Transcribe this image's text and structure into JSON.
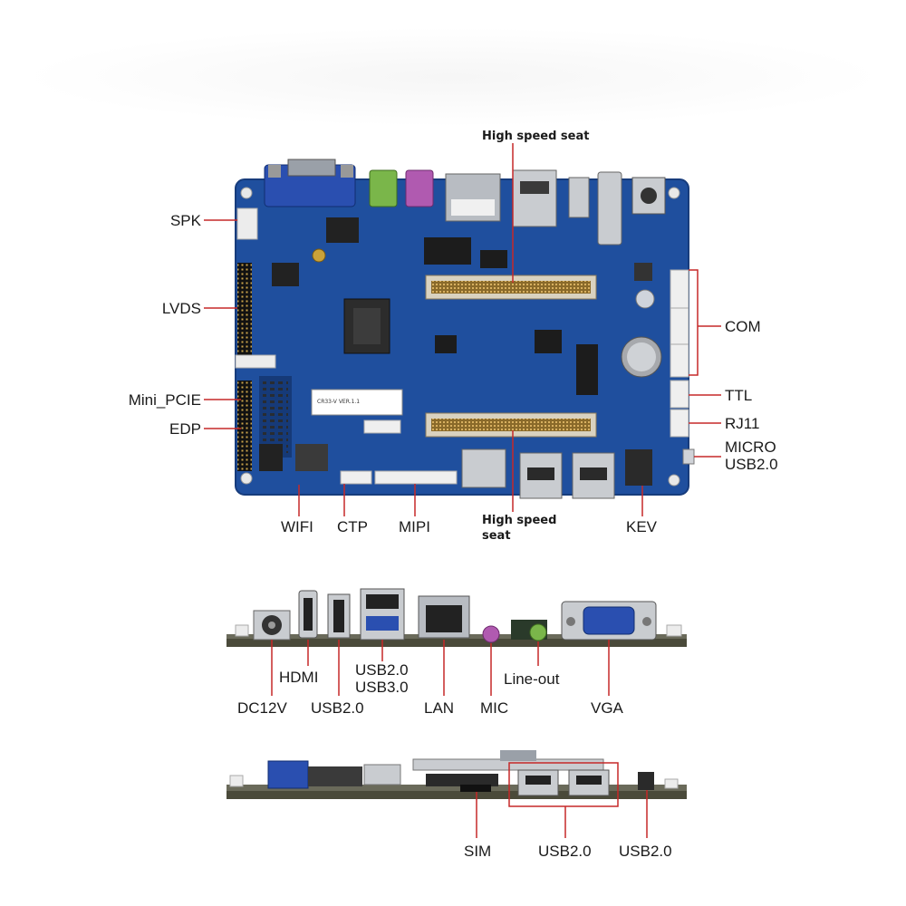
{
  "colors": {
    "pcb": "#1f4f9e",
    "pcb_dark": "#123a7a",
    "leader": "#c62828",
    "header_pin": "#b08a3a",
    "vga": "#2a4fb0",
    "audio_green": "#7ab64a",
    "audio_pink": "#b05ab0",
    "silver": "#c9ccd0",
    "board_edge": "#4a4a3a"
  },
  "top_view": {
    "top_callout": "High speed seat",
    "bottom_callout": "High speed\nseat",
    "board_version": "CR33-V VER.1.1",
    "left_labels": [
      "SPK",
      "LVDS",
      "Mini_PCIE",
      "EDP"
    ],
    "right_labels": [
      "COM",
      "TTL",
      "RJ11",
      "MICRO\nUSB2.0"
    ],
    "bottom_labels": [
      "WIFI",
      "CTP",
      "MIPI",
      "KEV"
    ]
  },
  "front_view": {
    "labels": {
      "hdmi": "HDMI",
      "dc": "DC12V",
      "usb_single": "USB2.0",
      "usb_stack": "USB2.0\nUSB3.0",
      "lan": "LAN",
      "mic": "MIC",
      "line_out": "Line-out",
      "vga": "VGA"
    }
  },
  "back_view": {
    "labels": {
      "sim": "SIM",
      "usb_pair": "USB2.0",
      "usb_single": "USB2.0"
    }
  }
}
